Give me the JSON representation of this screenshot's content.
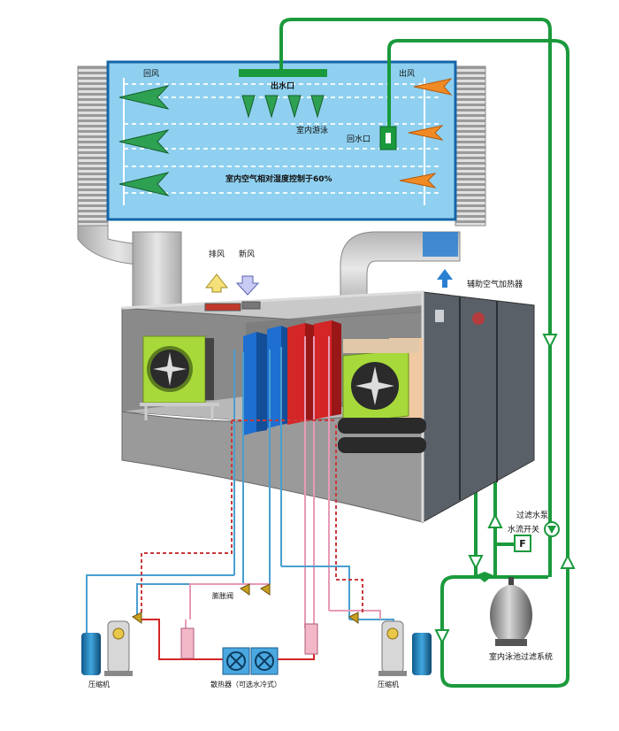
{
  "labels": {
    "return_air": "回风",
    "supply_air": "出风",
    "water_outlet": "出水口",
    "indoor_pool": "室内游泳",
    "water_inlet": "回水口",
    "humidity_control": "室内空气相对湿度控制于60%",
    "exhaust_air": "排风",
    "fresh_air": "新风",
    "aux_heater": "辅助空气加热器",
    "filter_pump": "过滤水泵",
    "flow_switch": "水流开关",
    "flow_switch_symbol": "F",
    "expansion_valve": "膨胀阀",
    "compressor_left": "压缩机",
    "compressor_right": "压缩机",
    "radiator": "散热器（可选水冷式）",
    "pool_filter_system": "室内泳池过滤系统"
  },
  "colors": {
    "pool_water": "#8fd0f0",
    "pool_border": "#1565a8",
    "water_pipe": "#1a9a3c",
    "cold_coil": "#1e6fd0",
    "hot_coil": "#d42626",
    "refrigerant_dashed": "#c83a3a",
    "supply_arrow": "#f08a24",
    "return_arrow": "#2ea052",
    "fan_green": "#a7d93a",
    "duct_grey": "#c8c8c8"
  },
  "icons": [
    "fan-icon",
    "compressor-icon",
    "radiator-icon",
    "sand-filter-icon",
    "flow-switch-icon",
    "pump-icon",
    "valve-icon",
    "airflow-arrow-icon"
  ]
}
